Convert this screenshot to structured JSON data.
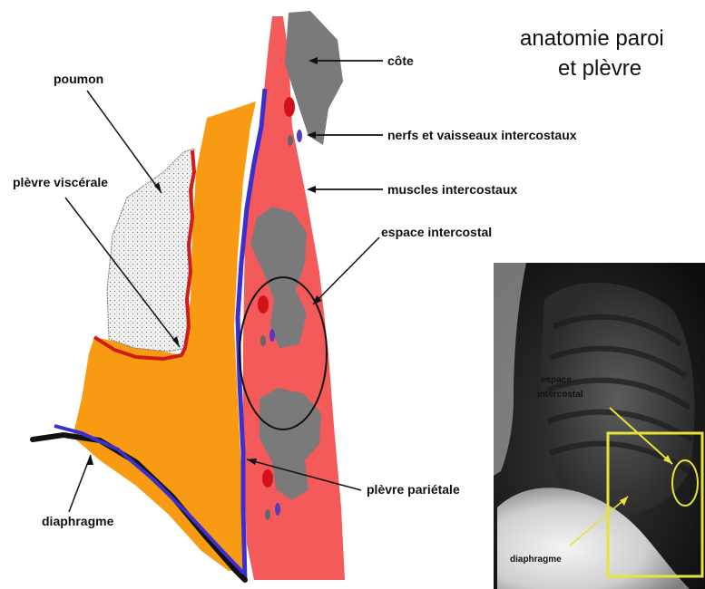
{
  "title": {
    "line1": "anatomie paroi",
    "line2": "et plèvre"
  },
  "labels": {
    "poumon": "poumon",
    "plevre_viscerale": "plèvre viscérale",
    "diaphragme": "diaphragme",
    "cote": "côte",
    "nerfs": "nerfs et vaisseaux intercostaux",
    "muscles": "muscles intercostaux",
    "espace": "espace intercostal",
    "plevre_parietale": "plèvre pariétale"
  },
  "xray": {
    "espace_line1": "espace",
    "espace_line2": "intercostal",
    "diaphragme": "diaphragme"
  },
  "colors": {
    "muscle": "#f45a5a",
    "bone": "#7a7a7a",
    "fat": "#f99b12",
    "pleura_parietal": "#3b2fd0",
    "pleura_visceral": "#d11a1a",
    "lung": "#f2f2f2",
    "xray_box": "#e7e33a"
  }
}
